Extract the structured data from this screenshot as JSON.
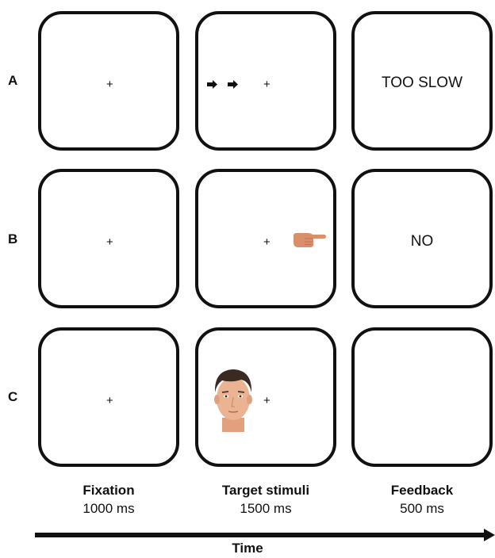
{
  "rows": [
    {
      "label": "A"
    },
    {
      "label": "B"
    },
    {
      "label": "C"
    }
  ],
  "fixation_symbol": "+",
  "feedback": {
    "row_a": "TOO SLOW",
    "row_b": "NO",
    "row_c": ""
  },
  "stimuli": {
    "row_a": "arrow-icons",
    "row_b": "pointing-hand-icon",
    "row_c": "face-image"
  },
  "columns": [
    {
      "title": "Fixation",
      "duration": "1000 ms"
    },
    {
      "title": "Target stimuli",
      "duration": "1500 ms"
    },
    {
      "title": "Feedback",
      "duration": "500 ms"
    }
  ],
  "axis_label": "Time",
  "colors": {
    "border": "#111111",
    "skin": "#d9906a",
    "hair": "#3a2a22"
  }
}
